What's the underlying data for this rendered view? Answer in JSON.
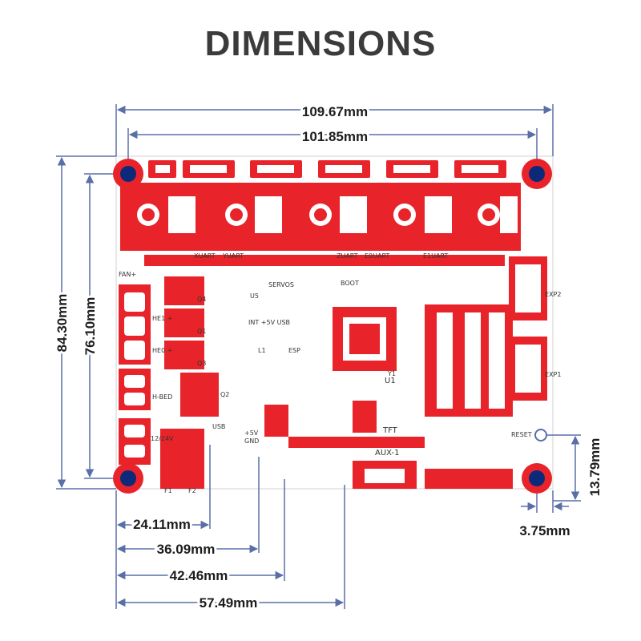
{
  "title": "DIMENSIONS",
  "colors": {
    "board": "#e8242a",
    "silkscreen": "#ffffff",
    "hole_outer": "#e8242a",
    "hole_inner": "#0d2a7a",
    "dimension_line": "#5a6fa8",
    "text": "#1d1d1d"
  },
  "dimensions": {
    "overall_width": "109.67mm",
    "hole_span_width": "101.85mm",
    "overall_height": "84.30mm",
    "hole_span_height": "76.10mm",
    "reset_offset": "13.79mm",
    "hole_edge_offset": "3.75mm",
    "usb_offset": "24.11mm",
    "sd_offset": "36.09mm",
    "connector_offset": "42.46mm",
    "aux_offset": "57.49mm"
  },
  "board_labels": {
    "axis_x": "X",
    "axis_y": "Y",
    "axis_z": "Z",
    "axis_e0": "E0",
    "axis_e1": "E1",
    "fan": "FAN+",
    "servos": "SERVOS",
    "boot": "BOOT",
    "u1": "U1",
    "u5": "U5",
    "he1": "HE1 +",
    "he0": "HE0 +",
    "hbed": "H-BED",
    "q1": "Q1",
    "q2": "Q2",
    "q3": "Q3",
    "q4": "Q4",
    "l1": "L1",
    "tft": "TFT",
    "aux1": "AUX-1",
    "exp1": "EXP1",
    "exp2": "EXP2",
    "reset": "RESET",
    "usb": "USB",
    "power": "12/24V",
    "y1": "Y1",
    "xuart": "XUART",
    "yuart": "YUART",
    "zuart": "ZUART",
    "e0uart": "E0UART",
    "e1uart": "E1UART",
    "int5v": "INT +5V USB",
    "esp": "ESP",
    "f1": "F1",
    "f2": "F2",
    "gnd": "GND",
    "plus5v": "+5V"
  }
}
